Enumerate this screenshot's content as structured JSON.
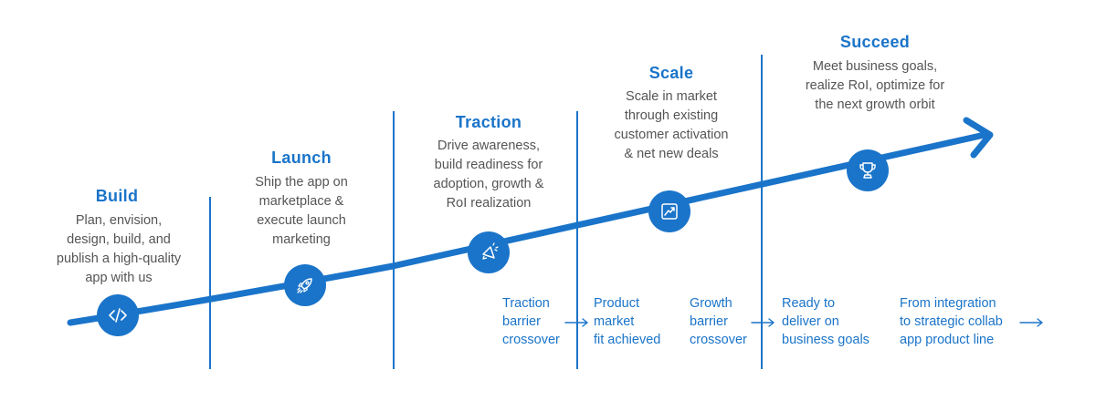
{
  "colors": {
    "accent": "#1a74c9",
    "text": "#555555",
    "background": "#ffffff"
  },
  "stages": [
    {
      "id": "build",
      "title": "Build",
      "icon": "code-icon",
      "description": "Plan, envision, design, build, and publish a high-quality app with us",
      "lines": [
        "Plan, envision,",
        "design, build, and",
        "publish a high-quality",
        "app with us"
      ]
    },
    {
      "id": "launch",
      "title": "Launch",
      "icon": "rocket-icon",
      "lines": [
        "Ship the app on",
        "marketplace &",
        "execute launch",
        "marketing"
      ]
    },
    {
      "id": "traction",
      "title": "Traction",
      "icon": "megaphone-icon",
      "lines": [
        "Drive awareness,",
        "build readiness for",
        "adoption, growth &",
        "RoI realization"
      ]
    },
    {
      "id": "scale",
      "title": "Scale",
      "icon": "trending-chart-icon",
      "lines": [
        "Scale in market",
        "through existing",
        "customer activation",
        "& net new deals"
      ]
    },
    {
      "id": "succeed",
      "title": "Succeed",
      "icon": "trophy-icon",
      "lines": [
        "Meet business goals,",
        "realize RoI, optimize for",
        "the next growth orbit"
      ]
    }
  ],
  "milestones": [
    {
      "id": "traction-barrier",
      "lines": [
        "Traction",
        "barrier",
        "crossover"
      ]
    },
    {
      "id": "product-market-fit",
      "lines": [
        "Product",
        "market",
        "fit achieved"
      ]
    },
    {
      "id": "growth-barrier",
      "lines": [
        "Growth",
        "barrier",
        "crossover"
      ]
    },
    {
      "id": "ready-to-deliver",
      "lines": [
        "Ready to",
        "deliver on",
        "business goals"
      ]
    },
    {
      "id": "integration",
      "lines": [
        "From integration",
        "to strategic collab",
        "app product line"
      ]
    }
  ]
}
